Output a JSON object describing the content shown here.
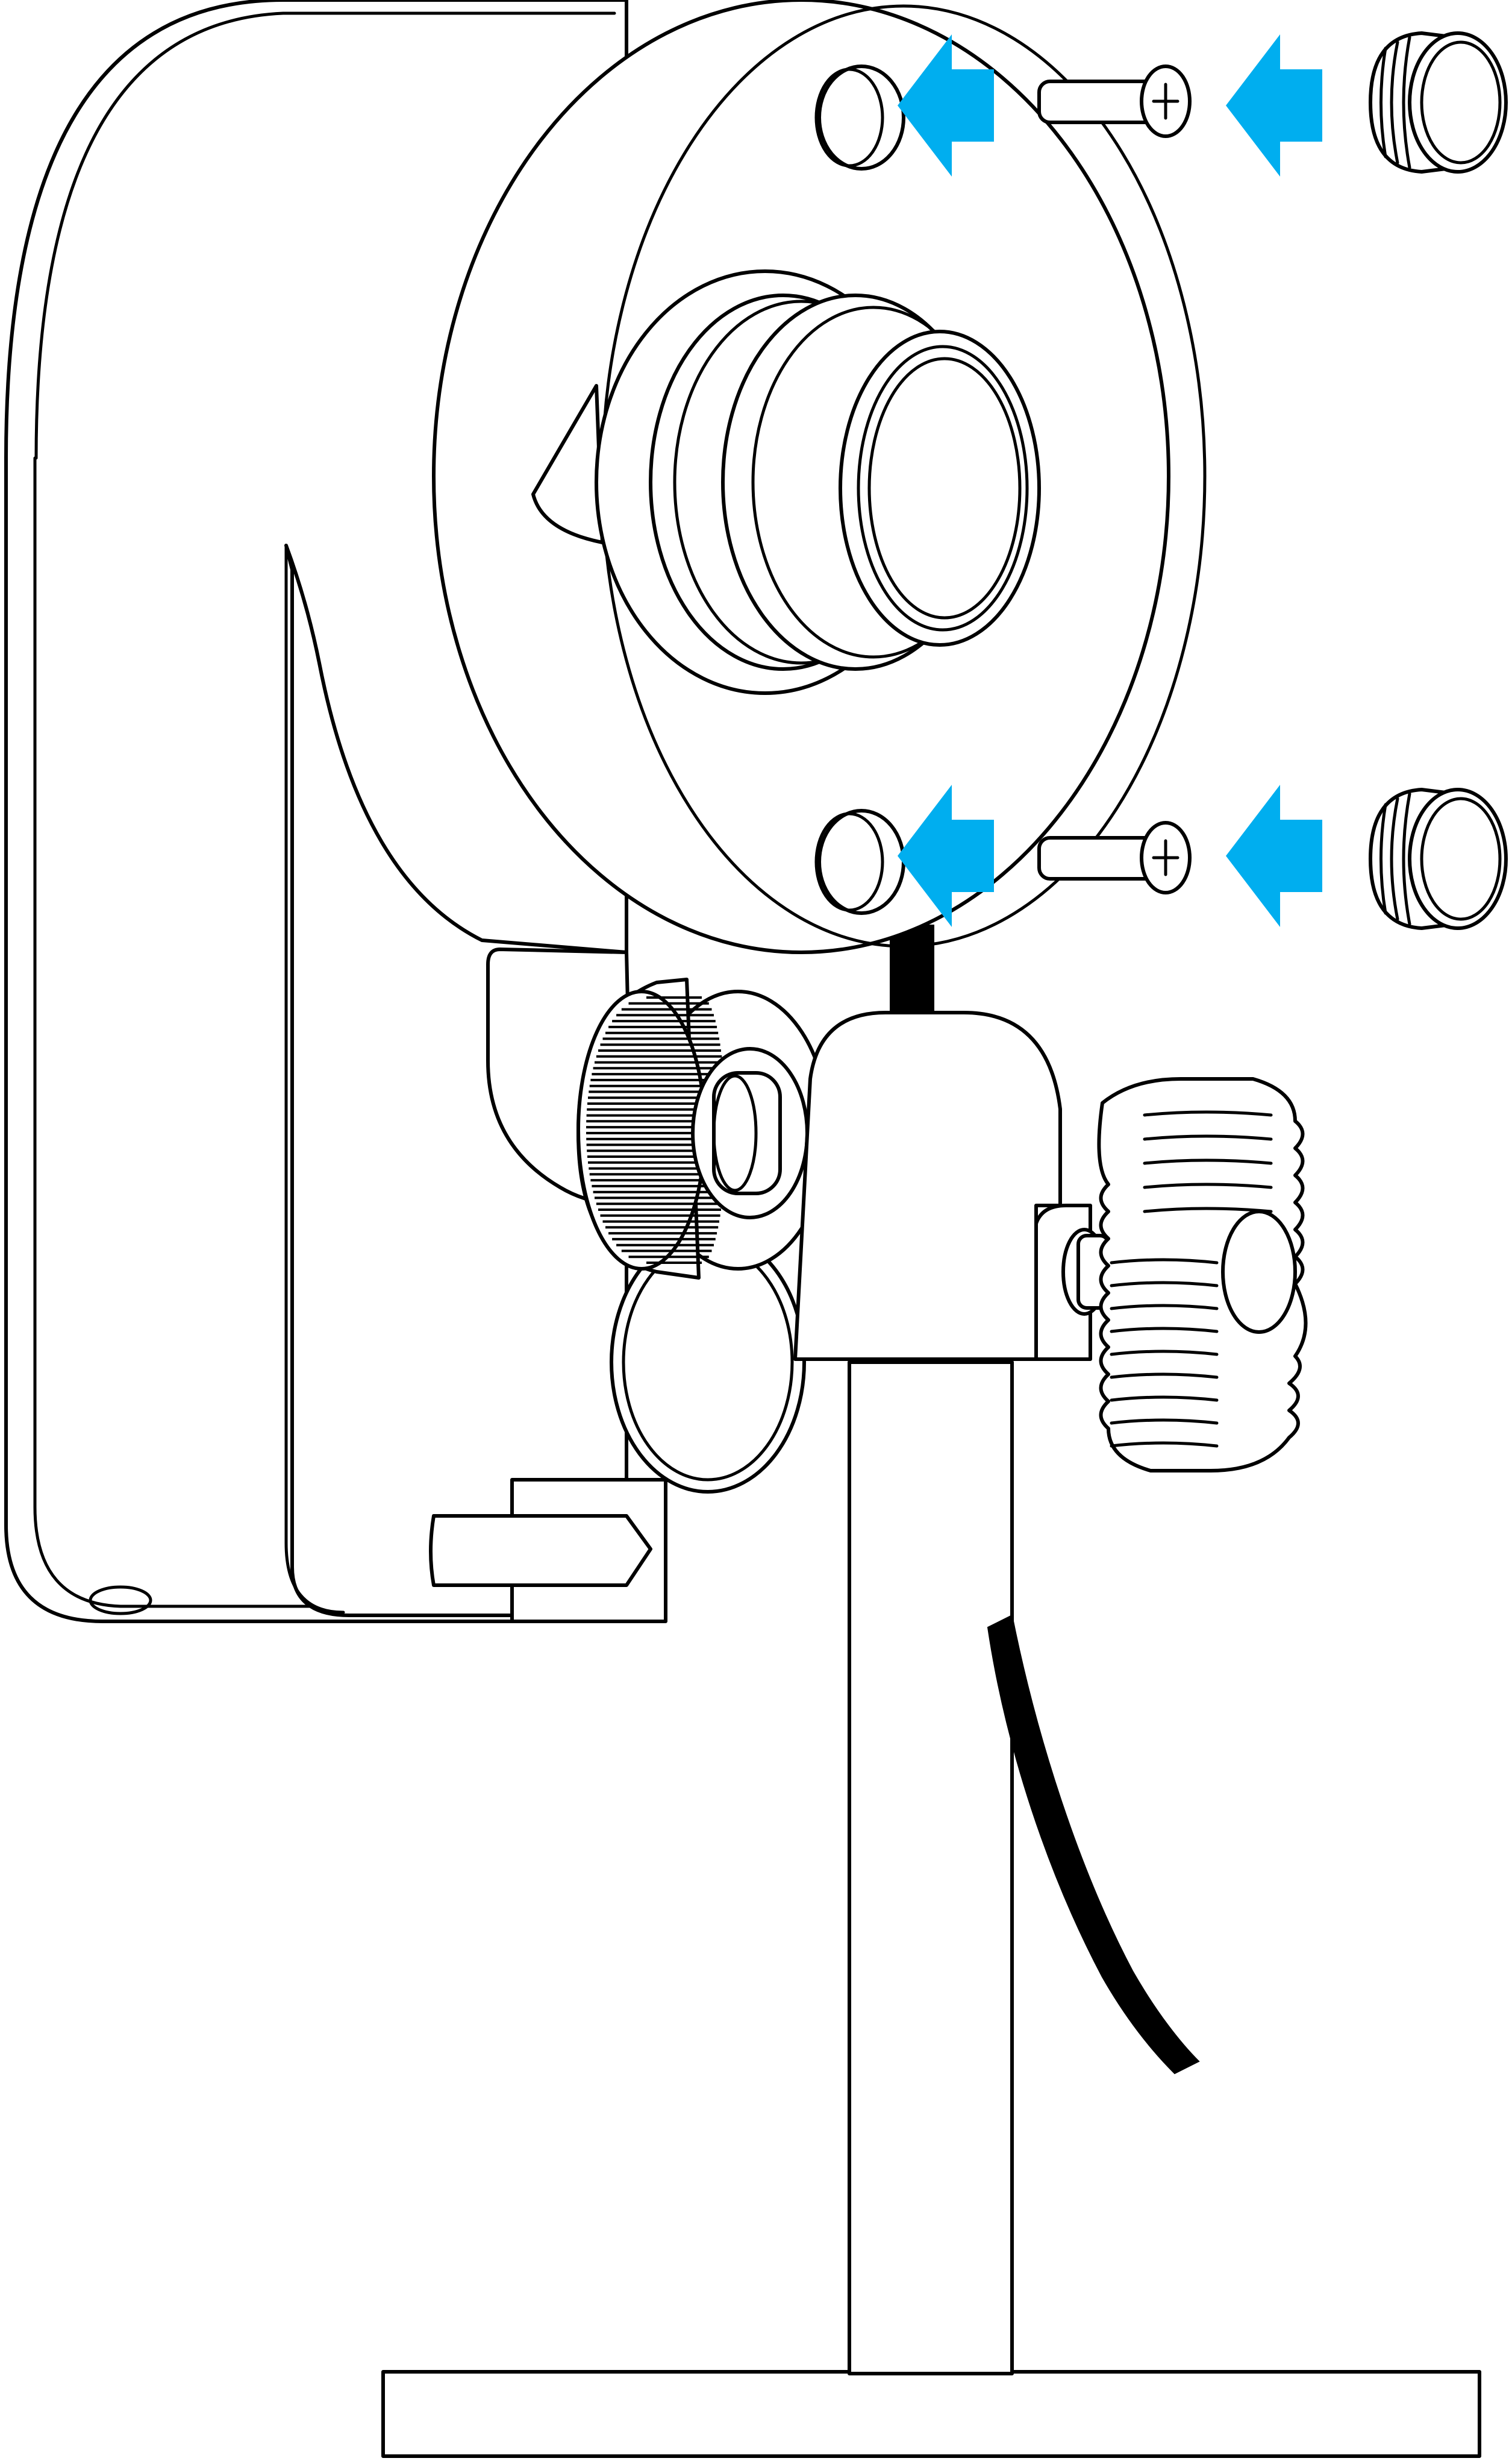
{
  "diagram": {
    "subject": "camera-on-stand",
    "colors": {
      "line": "#000000",
      "background": "#ffffff",
      "arrow": "#00aeef"
    },
    "steps": [
      {
        "row": "upper",
        "parts": [
          "plug",
          "screw",
          "hole"
        ],
        "arrows": 2
      },
      {
        "row": "lower",
        "parts": [
          "plug",
          "screw",
          "hole"
        ],
        "arrows": 2
      }
    ]
  }
}
